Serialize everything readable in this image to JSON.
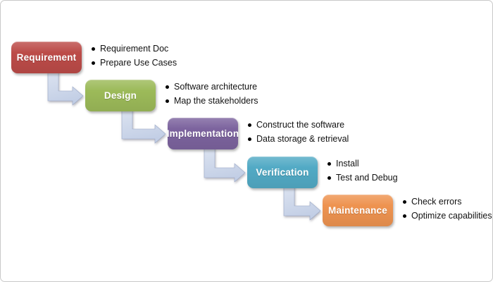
{
  "frame": {
    "background_color": "#ffffff",
    "border_color": "#c9c9c9"
  },
  "diagram": {
    "type": "waterfall-process",
    "arrow_fill_color": "#cbd6ea",
    "arrow_edge_color": "#9aa8c7",
    "stages": [
      {
        "label": "Requirement",
        "color": "#bc4b48",
        "bullets": [
          "Requirement Doc",
          "Prepare Use Cases"
        ]
      },
      {
        "label": "Design",
        "color": "#9cba59",
        "bullets": [
          "Software architecture",
          "Map the stakeholders"
        ]
      },
      {
        "label": "Implementation",
        "color": "#7c639e",
        "bullets": [
          "Construct the software",
          "Data storage & retrieval"
        ]
      },
      {
        "label": "Verification",
        "color": "#52aac5",
        "bullets": [
          "Install",
          "Test and Debug"
        ]
      },
      {
        "label": "Maintenance",
        "color": "#ee9350",
        "bullets": [
          "Check errors",
          "Optimize capabilities"
        ]
      }
    ]
  }
}
